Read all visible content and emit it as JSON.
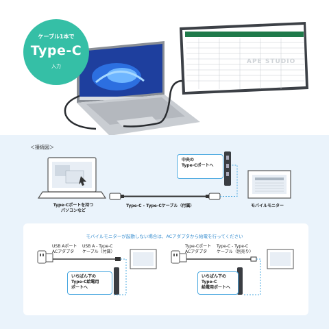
{
  "badge": {
    "line1": "ケーブル1本で",
    "line2": "Type-C",
    "line3": "入力"
  },
  "watermark": "APE STUDIO",
  "diagram": {
    "title": "＜接続図＞",
    "pc_label": [
      "Type-Cポートを持つ",
      "パソコンなど"
    ],
    "cable_label": "Type-C - Type-Cケーブル（付属）",
    "monitor_label": "モバイルモニター",
    "center_callout": [
      "中央の",
      "Type-Cポートへ"
    ]
  },
  "note": "モバイルモニターが起動しない場合は、ACアダプタから給電を行ってください",
  "left_setup": {
    "adapter_label": [
      "USB Aポート",
      "ACアダプタ"
    ],
    "cable_label": [
      "USB A - Type-C",
      "ケーブル（付属）"
    ],
    "callout": [
      "いちばん下の",
      "Type-C給電用",
      "ポートへ"
    ]
  },
  "right_setup": {
    "adapter_label": [
      "Type-Cポート",
      "ACアダプタ"
    ],
    "cable_label": [
      "Type-C - Type-C",
      "ケーブル（別売り）"
    ],
    "callout": [
      "いちばん下の",
      "Type-C",
      "給電用ポートへ"
    ]
  },
  "colors": {
    "badge": "#35bfa6",
    "diagram_bg": "#eaf3fb",
    "accent": "#4aa8e0"
  }
}
